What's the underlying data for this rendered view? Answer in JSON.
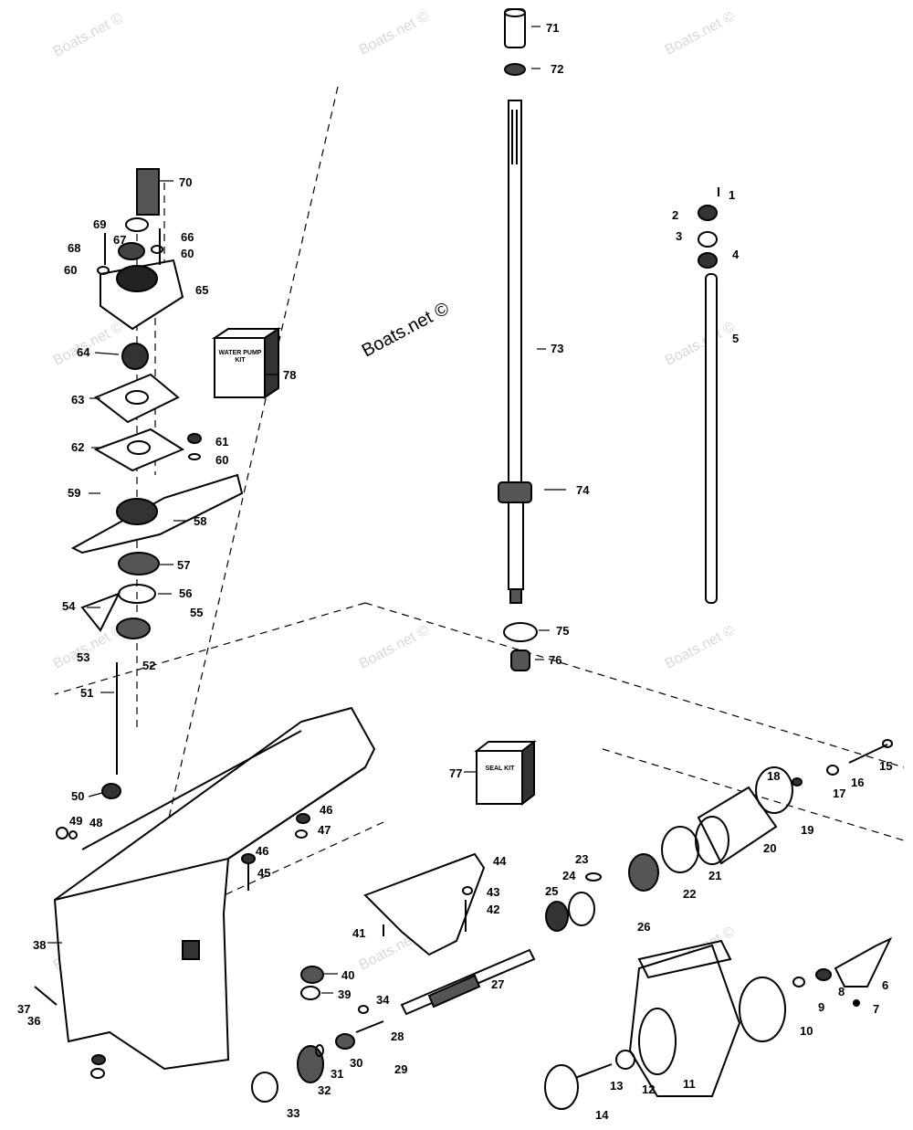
{
  "watermark": "Boats.net ©",
  "kits": {
    "water_pump_kit": "WATER PUMP KIT",
    "seal_kit": "SEAL KIT"
  },
  "callouts": [
    {
      "id": "c1",
      "text": "1"
    },
    {
      "id": "c2",
      "text": "2"
    },
    {
      "id": "c3",
      "text": "3"
    },
    {
      "id": "c4",
      "text": "4"
    },
    {
      "id": "c5",
      "text": "5"
    },
    {
      "id": "c6",
      "text": "6"
    },
    {
      "id": "c7",
      "text": "7"
    },
    {
      "id": "c8",
      "text": "8"
    },
    {
      "id": "c9",
      "text": "9"
    },
    {
      "id": "c10",
      "text": "10"
    },
    {
      "id": "c11",
      "text": "11"
    },
    {
      "id": "c12",
      "text": "12"
    },
    {
      "id": "c13",
      "text": "13"
    },
    {
      "id": "c14",
      "text": "14"
    },
    {
      "id": "c15",
      "text": "15"
    },
    {
      "id": "c16",
      "text": "16"
    },
    {
      "id": "c17",
      "text": "17"
    },
    {
      "id": "c18",
      "text": "18"
    },
    {
      "id": "c19",
      "text": "19"
    },
    {
      "id": "c20",
      "text": "20"
    },
    {
      "id": "c21",
      "text": "21"
    },
    {
      "id": "c22",
      "text": "22"
    },
    {
      "id": "c23",
      "text": "23"
    },
    {
      "id": "c24",
      "text": "24"
    },
    {
      "id": "c25",
      "text": "25"
    },
    {
      "id": "c26",
      "text": "26"
    },
    {
      "id": "c27",
      "text": "27"
    },
    {
      "id": "c28",
      "text": "28"
    },
    {
      "id": "c29",
      "text": "29"
    },
    {
      "id": "c30",
      "text": "30"
    },
    {
      "id": "c31",
      "text": "31"
    },
    {
      "id": "c32",
      "text": "32"
    },
    {
      "id": "c33",
      "text": "33"
    },
    {
      "id": "c34",
      "text": "34"
    },
    {
      "id": "c36",
      "text": "36"
    },
    {
      "id": "c37",
      "text": "37"
    },
    {
      "id": "c38",
      "text": "38"
    },
    {
      "id": "c39",
      "text": "39"
    },
    {
      "id": "c40",
      "text": "40"
    },
    {
      "id": "c41",
      "text": "41"
    },
    {
      "id": "c42",
      "text": "42"
    },
    {
      "id": "c43",
      "text": "43"
    },
    {
      "id": "c44",
      "text": "44"
    },
    {
      "id": "c45",
      "text": "45"
    },
    {
      "id": "c46a",
      "text": "46"
    },
    {
      "id": "c46b",
      "text": "46"
    },
    {
      "id": "c47",
      "text": "47"
    },
    {
      "id": "c48",
      "text": "48"
    },
    {
      "id": "c49",
      "text": "49"
    },
    {
      "id": "c50",
      "text": "50"
    },
    {
      "id": "c51",
      "text": "51"
    },
    {
      "id": "c52",
      "text": "52"
    },
    {
      "id": "c53",
      "text": "53"
    },
    {
      "id": "c54",
      "text": "54"
    },
    {
      "id": "c55",
      "text": "55"
    },
    {
      "id": "c56",
      "text": "56"
    },
    {
      "id": "c57",
      "text": "57"
    },
    {
      "id": "c58",
      "text": "58"
    },
    {
      "id": "c59",
      "text": "59"
    },
    {
      "id": "c60a",
      "text": "60"
    },
    {
      "id": "c60b",
      "text": "60"
    },
    {
      "id": "c60c",
      "text": "60"
    },
    {
      "id": "c61",
      "text": "61"
    },
    {
      "id": "c62",
      "text": "62"
    },
    {
      "id": "c63",
      "text": "63"
    },
    {
      "id": "c64",
      "text": "64"
    },
    {
      "id": "c65",
      "text": "65"
    },
    {
      "id": "c66",
      "text": "66"
    },
    {
      "id": "c67",
      "text": "67"
    },
    {
      "id": "c68",
      "text": "68"
    },
    {
      "id": "c69",
      "text": "69"
    },
    {
      "id": "c70",
      "text": "70"
    },
    {
      "id": "c71",
      "text": "71"
    },
    {
      "id": "c72",
      "text": "72"
    },
    {
      "id": "c73",
      "text": "73"
    },
    {
      "id": "c74",
      "text": "74"
    },
    {
      "id": "c75",
      "text": "75"
    },
    {
      "id": "c76",
      "text": "76"
    },
    {
      "id": "c77",
      "text": "77"
    },
    {
      "id": "c78",
      "text": "78"
    }
  ]
}
